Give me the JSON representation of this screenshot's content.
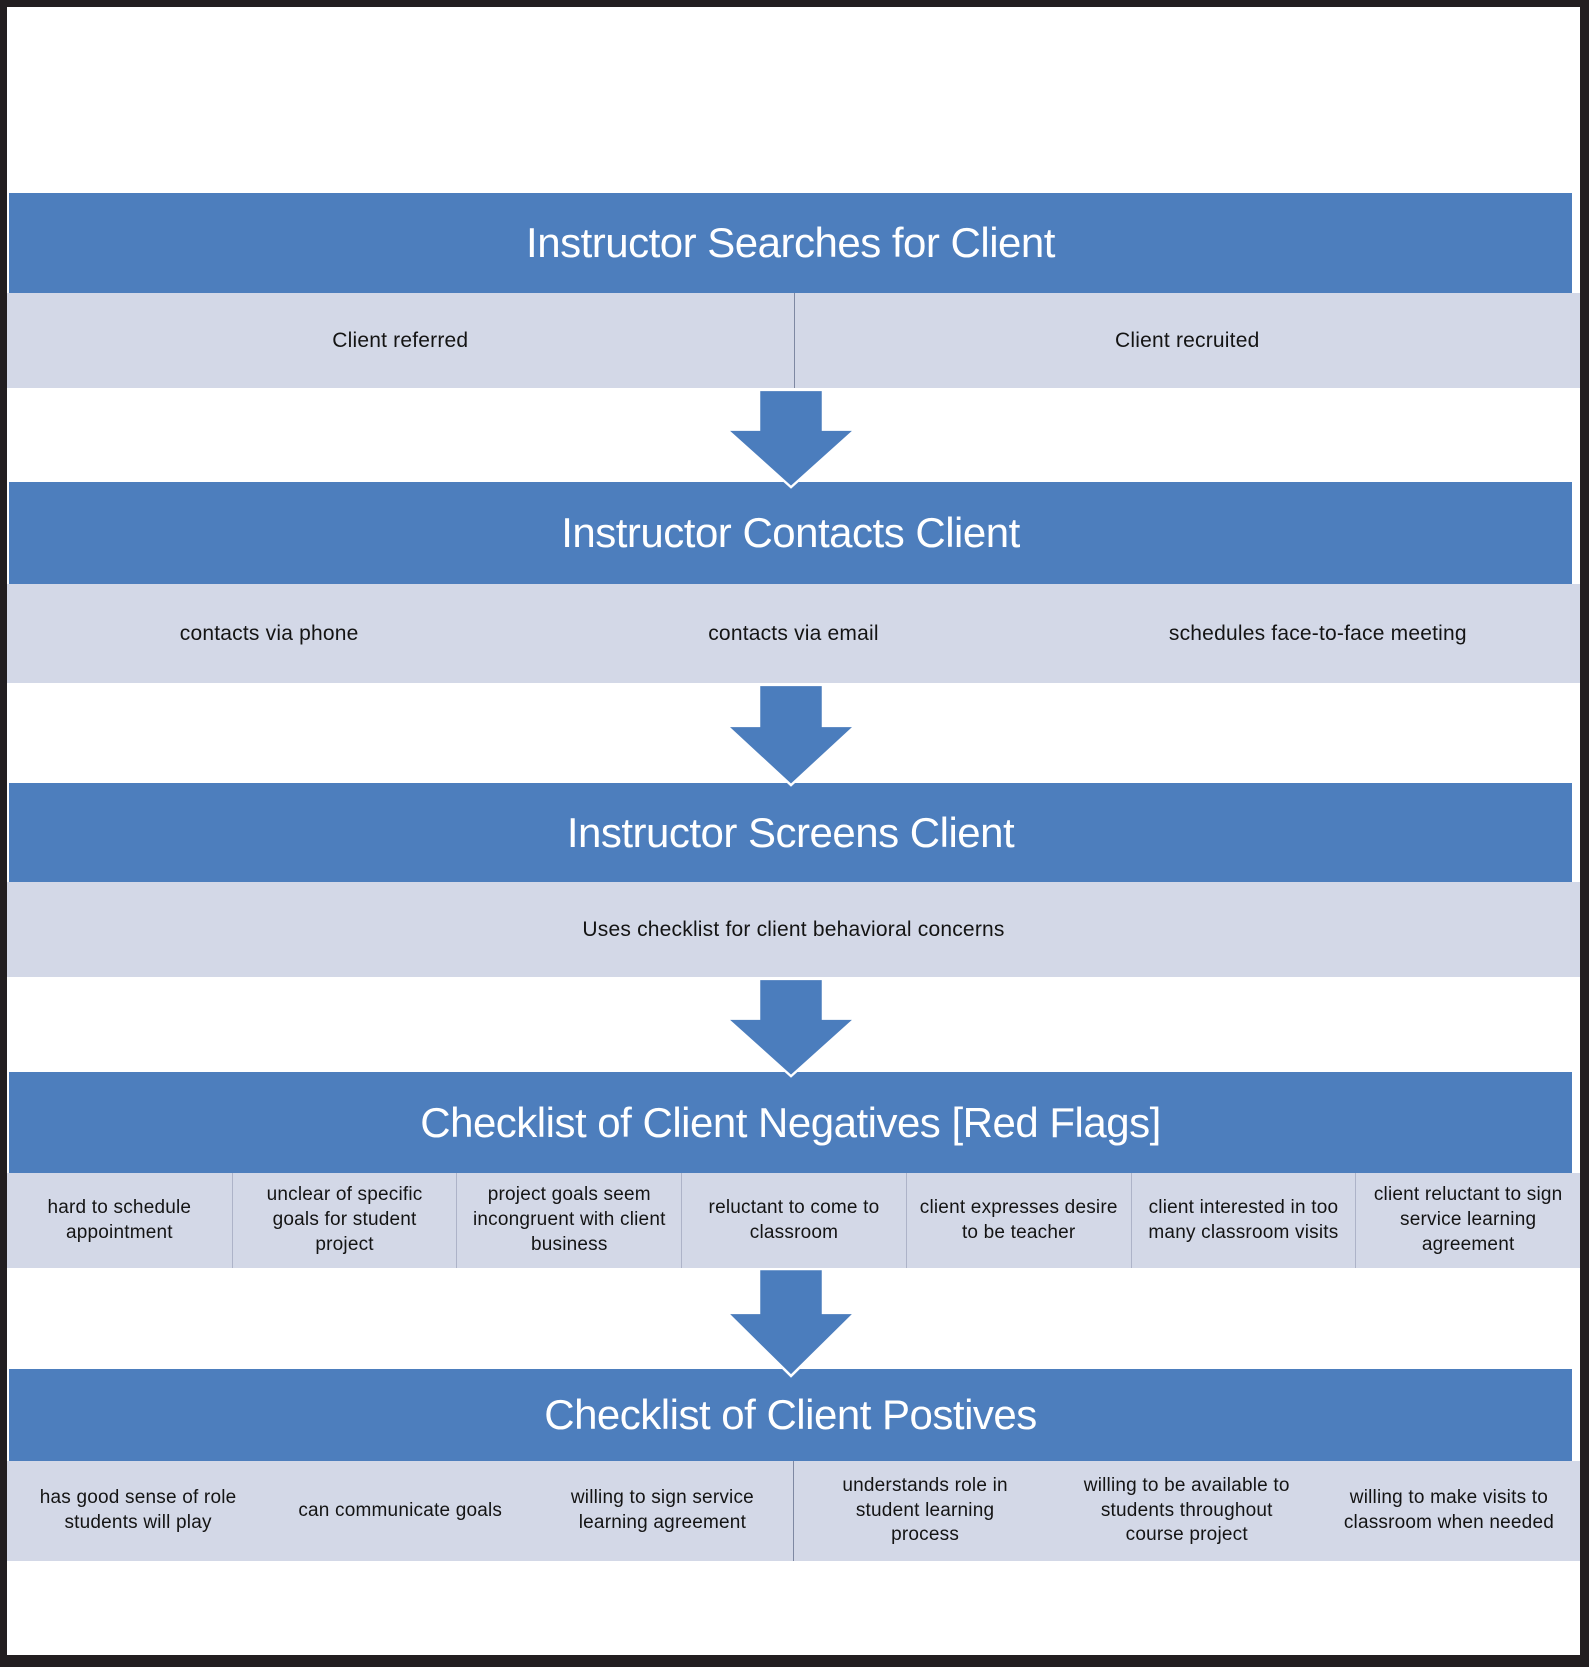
{
  "colors": {
    "header_bg": "#4d7ebd",
    "row_bg": "#d3d8e7",
    "arrow": "#4b7dbd",
    "frame": "#221e20",
    "divider": "#7e88a2",
    "header_text": "#ffffff",
    "cell_text": "#141414"
  },
  "icons": {
    "down_arrow": "down-arrow"
  },
  "sections": [
    {
      "title": "Instructor Searches for Client",
      "items": [
        "Client referred",
        "Client recruited"
      ]
    },
    {
      "title": "Instructor Contacts Client",
      "items": [
        "contacts via phone",
        "contacts via email",
        "schedules face-to-face meeting"
      ]
    },
    {
      "title": "Instructor Screens Client",
      "items": [
        "Uses checklist for client behavioral concerns"
      ]
    },
    {
      "title": "Checklist of Client Negatives [Red Flags]",
      "items": [
        "hard to schedule appointment",
        "unclear of specific goals for student project",
        "project goals seem incongruent with client business",
        "reluctant to come to classroom",
        "client expresses desire to be teacher",
        "client interested in too many classroom visits",
        "client reluctant to sign service learning agreement"
      ]
    },
    {
      "title": "Checklist of Client Postives",
      "items": [
        "has good sense of role students will play",
        "can communicate goals",
        "willing to sign service learning agreement",
        "understands role in student learning process",
        "willing to be available to students throughout course project",
        "willing to make visits to classroom when needed"
      ]
    }
  ]
}
